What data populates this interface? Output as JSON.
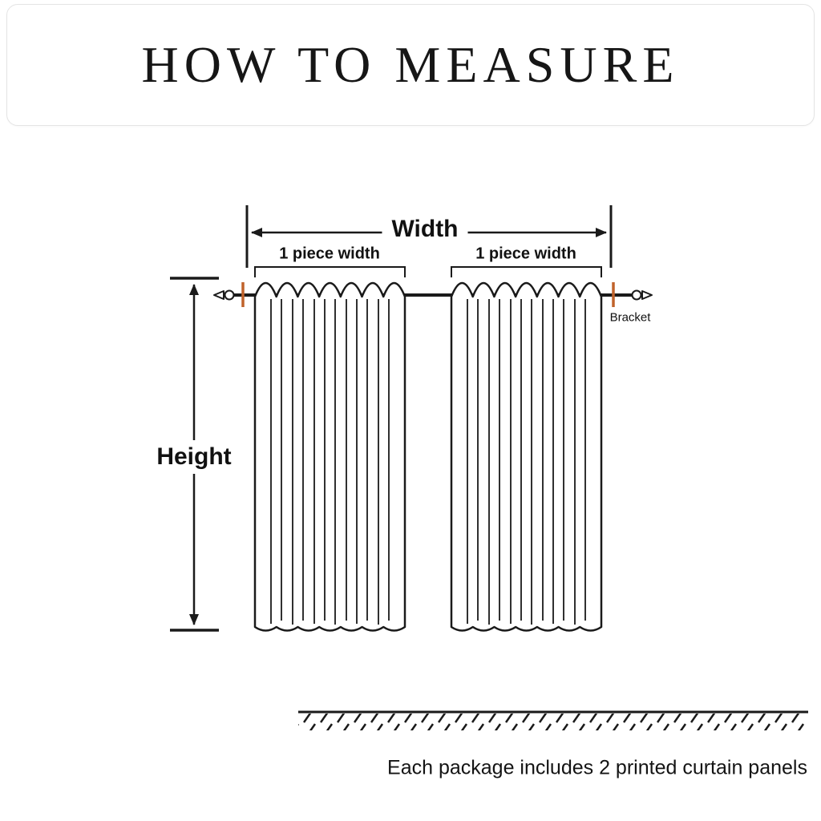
{
  "title": "HOW TO MEASURE",
  "diagram": {
    "width_label": "Width",
    "piece_width_left": "1 piece width",
    "piece_width_right": "1 piece width",
    "height_label": "Height",
    "bracket_label": "Bracket",
    "colors": {
      "line_color": "#1a1a1a",
      "bracket_marker_color": "#c0622b"
    }
  },
  "footer": {
    "note": "Each package includes 2 printed curtain panels"
  }
}
